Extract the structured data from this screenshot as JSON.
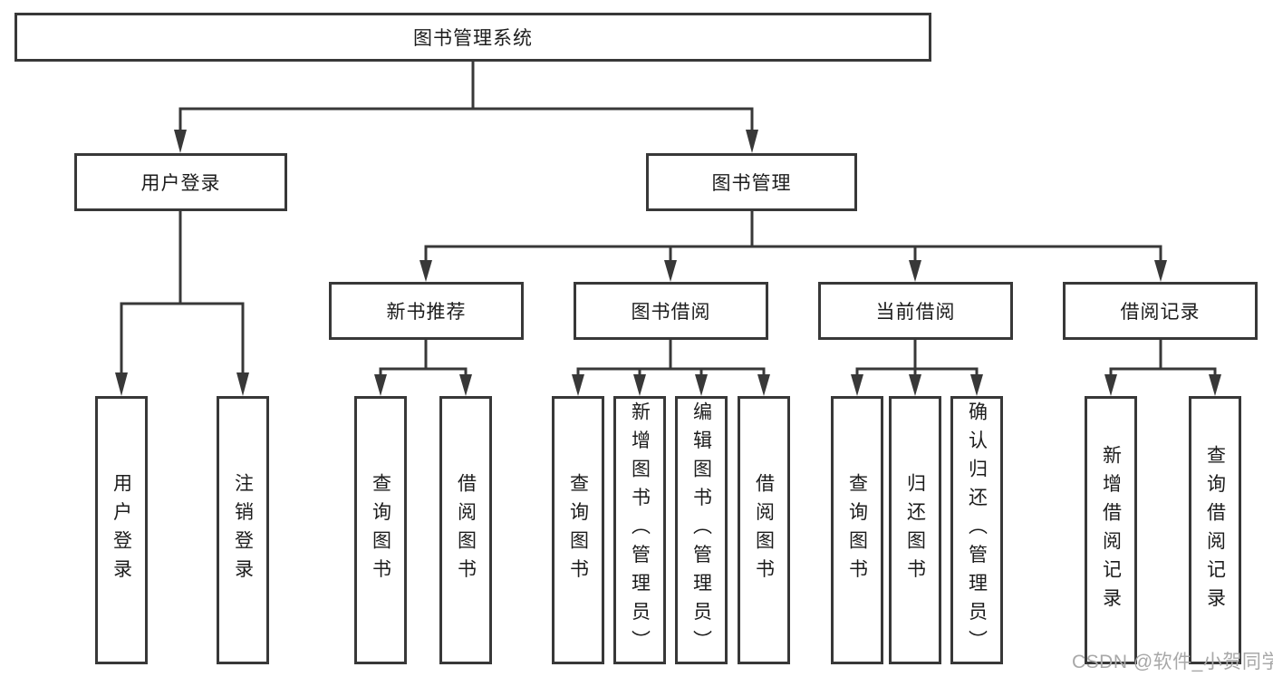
{
  "colors": {
    "line": "#383838",
    "text": "#1c1c1c",
    "background": "#ffffff",
    "watermark": "#a8a8a8"
  },
  "root": {
    "label": "图书管理系统"
  },
  "level2": [
    {
      "label": "用户登录"
    },
    {
      "label": "图书管理"
    }
  ],
  "level3": [
    {
      "label": "新书推荐"
    },
    {
      "label": "图书借阅"
    },
    {
      "label": "当前借阅"
    },
    {
      "label": "借阅记录"
    }
  ],
  "leaves": {
    "login": [
      {
        "label": "用户登录"
      },
      {
        "label": "注销登录"
      }
    ],
    "recommend": [
      {
        "label": "查询图书"
      },
      {
        "label": "借阅图书"
      }
    ],
    "borrow": [
      {
        "label": "查询图书"
      },
      {
        "label": "新增图书（管理员）"
      },
      {
        "label": "编辑图书（管理员）"
      },
      {
        "label": "借阅图书"
      }
    ],
    "current": [
      {
        "label": "查询图书"
      },
      {
        "label": "归还图书"
      },
      {
        "label": "确认归还（管理员）"
      }
    ],
    "records": [
      {
        "label": "新增借阅记录"
      },
      {
        "label": "查询借阅记录"
      }
    ]
  },
  "watermark": {
    "text": "CSDN @软件_小贺同学"
  }
}
